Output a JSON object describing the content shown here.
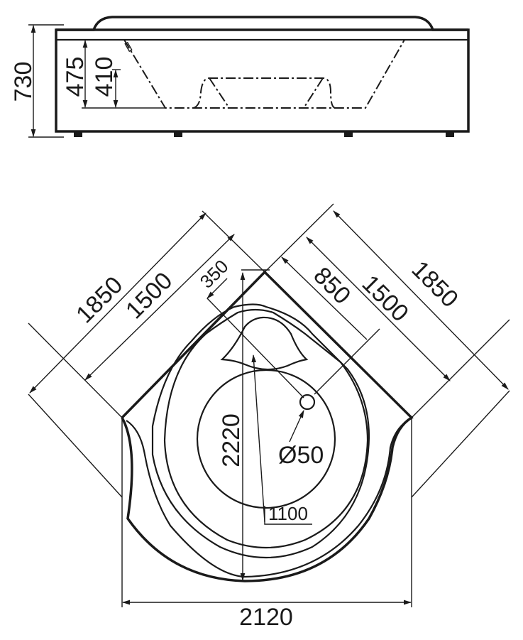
{
  "side_view": {
    "height_total": "730",
    "height_rim": "475",
    "depth_inner": "410"
  },
  "top_view": {
    "diag_outer_left": "1850",
    "diag_inner_left": "1500",
    "offset_350": "350",
    "diag_850": "850",
    "diag_inner_right": "1500",
    "diag_outer_right": "1850",
    "depth_2220": "2220",
    "drain_diameter": "Ø50",
    "inner_1100": "1100",
    "width_total": "2120"
  },
  "colors": {
    "line": "#1a1a1a",
    "background": "#ffffff"
  }
}
